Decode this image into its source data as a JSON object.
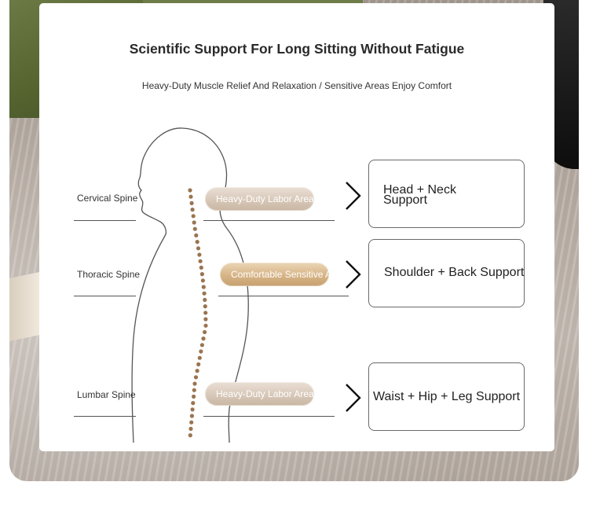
{
  "heading": {
    "title": "Scientific Support For Long Sitting Without Fatigue",
    "subtitle": "Heavy-Duty Muscle Relief And Relaxation / Sensitive Areas Enjoy Comfort"
  },
  "spine_labels": [
    "Cervical Spine",
    "Thoracic Spine",
    "Lumbar Spine"
  ],
  "areas": [
    "Heavy-Duty Labor Area",
    "Comfortable Sensitive Area",
    "Heavy-Duty Labor Area"
  ],
  "supports": [
    "Head + Neck Support",
    "Shoulder + Back Support",
    "Waist + Hip + Leg Support"
  ],
  "colors": {
    "heavy_pill": "#d8c8b8",
    "comfort_pill": "#d7b486",
    "spine_dots": "#9a7450",
    "outline": "#555555"
  }
}
